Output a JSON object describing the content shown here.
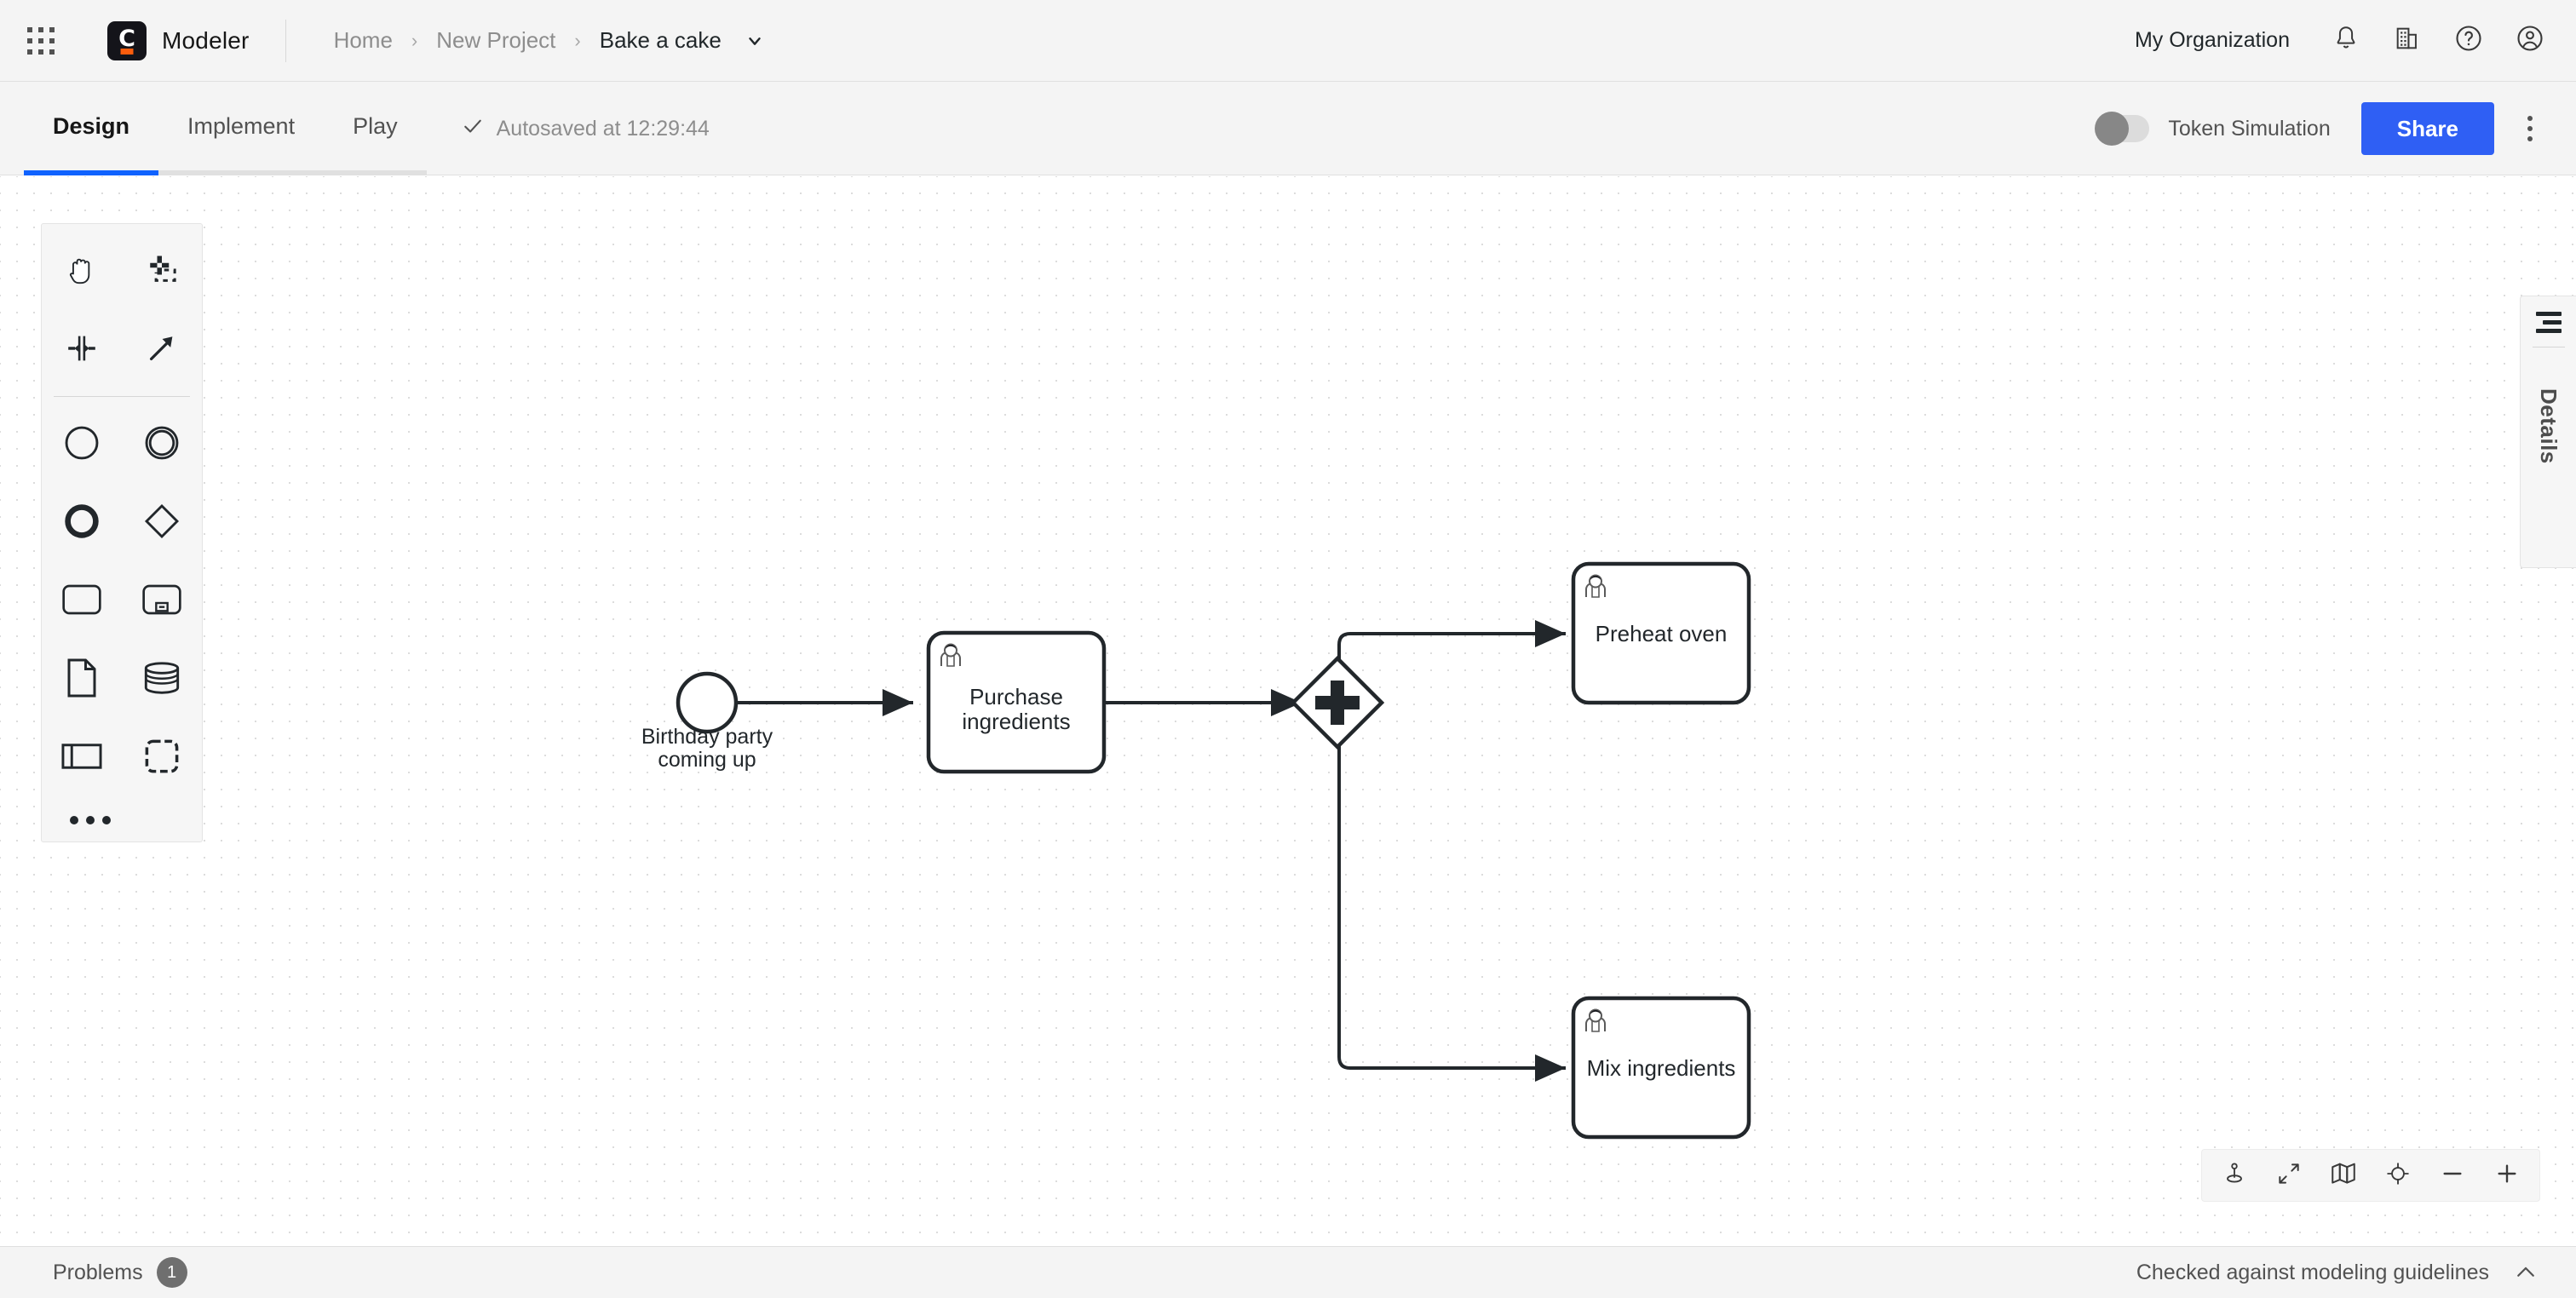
{
  "topbar": {
    "app_switcher": "app-switcher-icon",
    "brand": {
      "logo_letter": "C",
      "name": "Modeler"
    },
    "breadcrumb": {
      "items": [
        {
          "label": "Home"
        },
        {
          "label": "New Project"
        },
        {
          "label": "Bake a cake"
        }
      ],
      "separator": "›"
    },
    "organization": "My Organization",
    "icons": [
      "notifications-bell-icon",
      "organization-building-icon",
      "help-question-icon",
      "user-avatar-icon"
    ]
  },
  "tabbar": {
    "tabs": [
      {
        "label": "Design",
        "active": true
      },
      {
        "label": "Implement",
        "active": false
      },
      {
        "label": "Play",
        "active": false
      }
    ],
    "autosave": "Autosaved at 12:29:44",
    "token_simulation": {
      "label": "Token Simulation",
      "enabled": false
    },
    "share_label": "Share",
    "more_menu": "overflow-menu-icon",
    "active_accent": "#0f62fe"
  },
  "palette": {
    "tools": [
      {
        "name": "hand-tool",
        "title": "Activate hand tool"
      },
      {
        "name": "lasso-tool",
        "title": "Activate lasso tool"
      },
      {
        "name": "space-tool",
        "title": "Activate create/remove space tool"
      },
      {
        "name": "global-connect-tool",
        "title": "Activate global connect tool"
      }
    ],
    "elements": [
      {
        "name": "start-event",
        "title": "Create start event"
      },
      {
        "name": "intermediate-event",
        "title": "Create intermediate/boundary event"
      },
      {
        "name": "end-event",
        "title": "Create end event"
      },
      {
        "name": "gateway",
        "title": "Create gateway"
      },
      {
        "name": "task",
        "title": "Create task"
      },
      {
        "name": "subprocess-expanded",
        "title": "Create expanded sub-process"
      },
      {
        "name": "data-object",
        "title": "Create data object reference"
      },
      {
        "name": "data-store",
        "title": "Create data store reference"
      },
      {
        "name": "participant",
        "title": "Create pool/participant"
      },
      {
        "name": "group",
        "title": "Create group"
      }
    ],
    "more_label": "more-elements-icon"
  },
  "diagram": {
    "nodes": [
      {
        "id": "start",
        "type": "start-event",
        "label": "Birthday party\ncoming up",
        "label_line1": "Birthday party",
        "label_line2": "coming up"
      },
      {
        "id": "purchase",
        "type": "user-task",
        "label_line1": "Purchase",
        "label_line2": "ingredients"
      },
      {
        "id": "gateway",
        "type": "parallel-gateway",
        "label": ""
      },
      {
        "id": "preheat",
        "type": "user-task",
        "label_line1": "Preheat oven",
        "label_line2": ""
      },
      {
        "id": "mix",
        "type": "user-task",
        "label_line1": "Mix ingredients",
        "label_line2": ""
      }
    ],
    "flows": [
      {
        "from": "start",
        "to": "purchase"
      },
      {
        "from": "purchase",
        "to": "gateway"
      },
      {
        "from": "gateway",
        "to": "preheat"
      },
      {
        "from": "gateway",
        "to": "mix"
      }
    ],
    "stroke_color": "#22272b"
  },
  "details_panel": {
    "label": "Details",
    "collapsed": true
  },
  "canvas_controls": [
    {
      "name": "set-pin-icon"
    },
    {
      "name": "fit-viewport-icon"
    },
    {
      "name": "minimap-icon"
    },
    {
      "name": "reset-zoom-icon"
    },
    {
      "name": "zoom-out-icon",
      "label": "−"
    },
    {
      "name": "zoom-in-icon",
      "label": "+"
    }
  ],
  "statusbar": {
    "problems_label": "Problems",
    "problems_count": "1",
    "guidelines_text": "Checked against modeling guidelines",
    "collapse_icon": "chevron-up-icon"
  }
}
